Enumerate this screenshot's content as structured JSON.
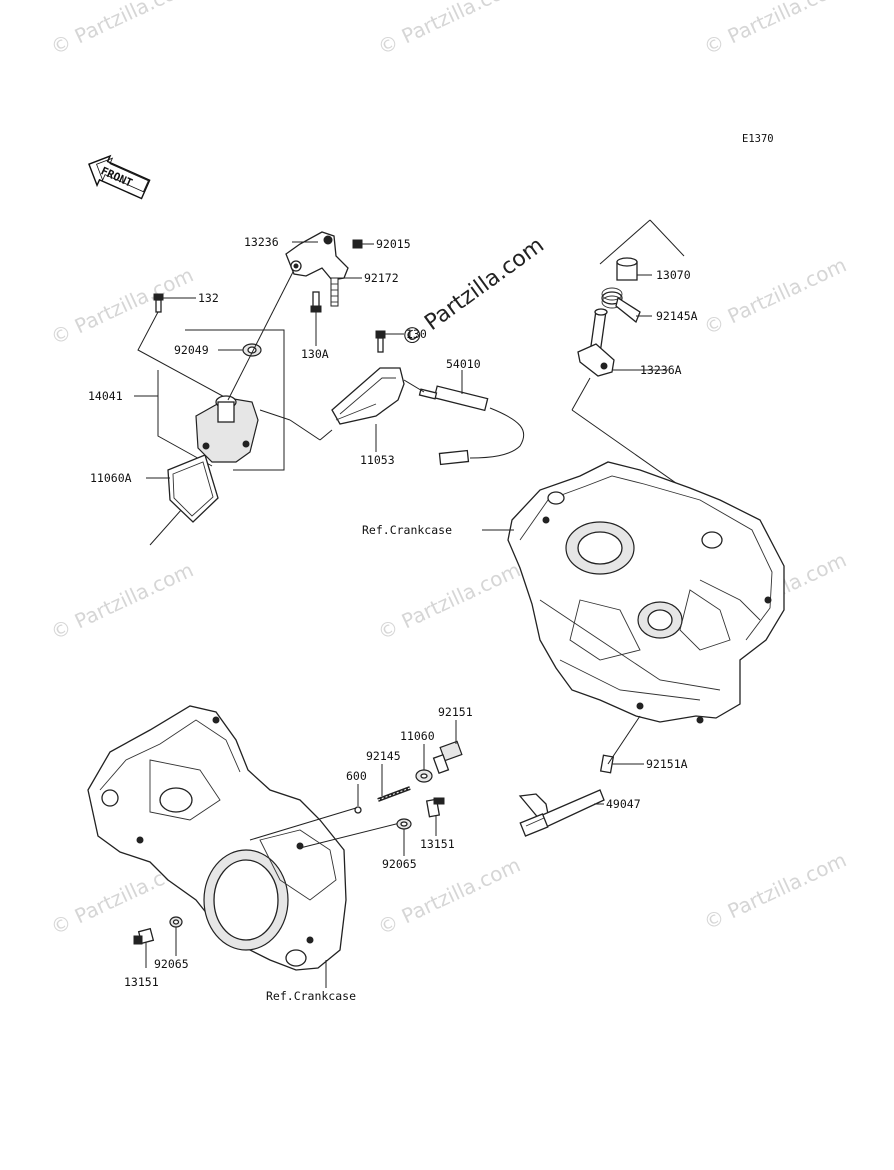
{
  "diagram_code": "E1370",
  "front_label": "FRONT",
  "watermarks": [
    "© Partzilla.com",
    "© Partzilla.com",
    "© Partzilla.com",
    "© Partzilla.com",
    "© Partzilla.com",
    "© Partzilla.com",
    "© Partzilla.com",
    "© Partzilla.com",
    "© Partzilla.com",
    "© Partzilla.com",
    "© Partzilla.com",
    "© Partzilla.com"
  ],
  "center_watermark": "© Partzilla.com",
  "labels": {
    "p13236": "13236",
    "p92015": "92015",
    "p132": "132",
    "p92172": "92172",
    "p92049": "92049",
    "p130A": "130A",
    "p130": "130",
    "p54010": "54010",
    "p14041": "14041",
    "p11053": "11053",
    "p11060A": "11060A",
    "p13070": "13070",
    "p92145A": "92145A",
    "p13236A": "13236A",
    "ref_crankcase_upper": "Ref.Crankcase",
    "p92151": "92151",
    "p11060": "11060",
    "p92145": "92145",
    "p600": "600",
    "p92151A": "92151A",
    "p49047": "49047",
    "p13151_right": "13151",
    "p92065_mid": "92065",
    "p92065_left": "92065",
    "p13151_left": "13151",
    "ref_crankcase_lower": "Ref.Crankcase"
  },
  "icons": {
    "front_arrow": "front-arrow-icon"
  }
}
